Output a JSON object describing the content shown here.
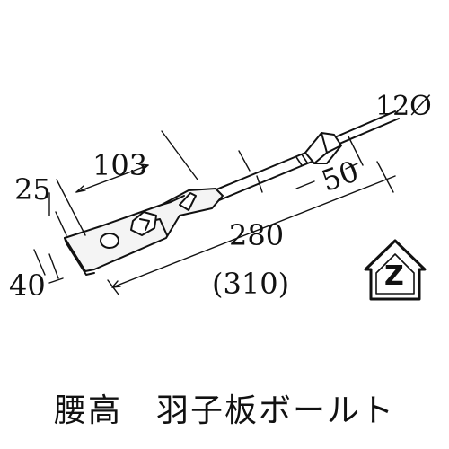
{
  "diagram": {
    "dimensions": {
      "d_120": "12Ø",
      "d_103": "103",
      "d_25": "25",
      "d_50": "50",
      "d_280": "280",
      "d_310": "(310)",
      "d_40": "40"
    },
    "caption": "腰高　羽子板ボールト",
    "logo_letter": "Z",
    "colors": {
      "ink": "#111111",
      "paper": "#ffffff",
      "plate": "#f4f4f4"
    }
  }
}
